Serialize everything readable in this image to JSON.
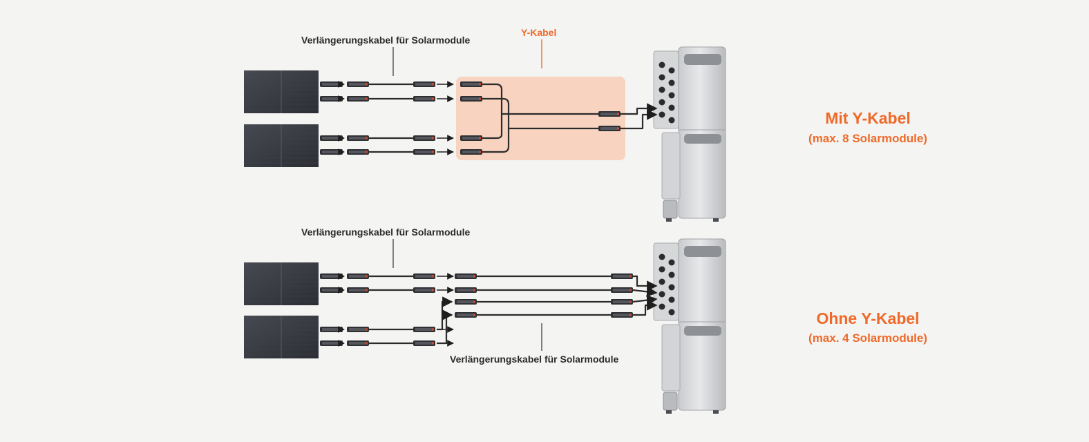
{
  "labels": {
    "ext_cable_top": "Verlängerungskabel für Solarmodule",
    "y_cable": "Y-Kabel",
    "ext_cable_mid": "Verlängerungskabel für Solarmodule",
    "ext_cable_bottom": "Verlängerungskabel für Solarmodule"
  },
  "sections": {
    "with_y": {
      "title": "Mit Y-Kabel",
      "subtitle": "(max. 8 Solarmodule)"
    },
    "without_y": {
      "title": "Ohne Y-Kabel",
      "subtitle": "(max. 4 Solarmodule)"
    }
  },
  "colors": {
    "accent": "#ef6a2a",
    "y_cable_highlight": "#f7d3c0",
    "text": "#2a2a2a",
    "panel": "#3a3d44",
    "background": "#f4f4f2"
  },
  "icons": {
    "panel": "solar-panel-icon",
    "connector": "mc4-connector-icon",
    "storage": "battery-storage-icon"
  }
}
